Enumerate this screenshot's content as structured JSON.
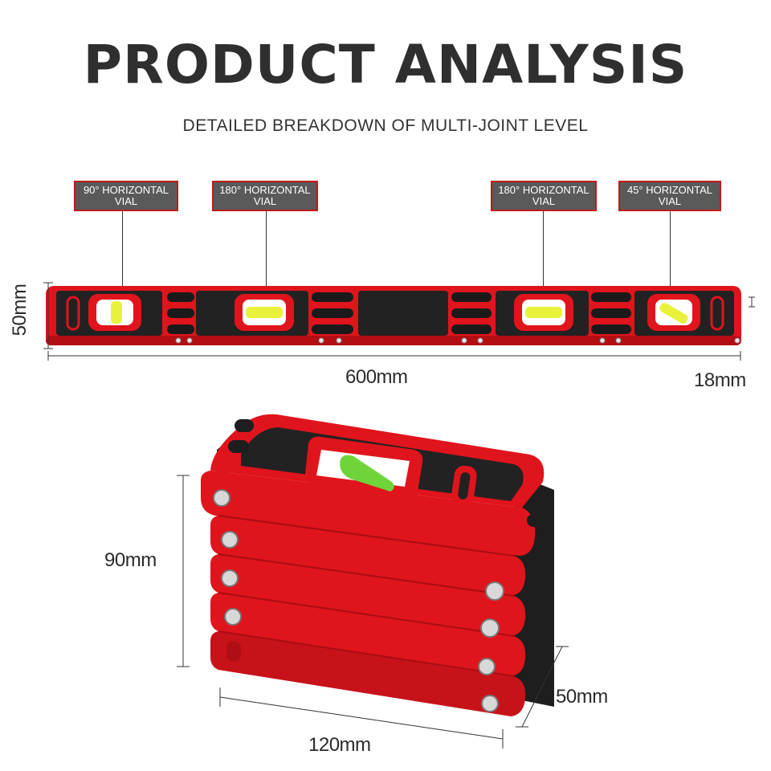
{
  "header": {
    "title": "PRODUCT ANALYSIS",
    "subtitle": "DETAILED BREAKDOWN OF MULTI-JOINT LEVEL"
  },
  "callouts": [
    {
      "line1": "90° HORIZONTAL",
      "line2": "VIAL"
    },
    {
      "line1": "180° HORIZONTAL",
      "line2": "VIAL"
    },
    {
      "line1": "180° HORIZONTAL",
      "line2": "VIAL"
    },
    {
      "line1": "45° HORIZONTAL",
      "line2": "VIAL"
    }
  ],
  "dimensions": {
    "height_unfolded": "50mm",
    "length_unfolded": "600mm",
    "thickness": "18mm",
    "height_folded": "90mm",
    "depth_folded": "50mm",
    "width_folded": "120mm"
  },
  "colors": {
    "body_red": "#e0141c",
    "insert_black": "#222222",
    "vial_yellow": "#e8f23a",
    "callout_gray": "#5a5a5a"
  }
}
